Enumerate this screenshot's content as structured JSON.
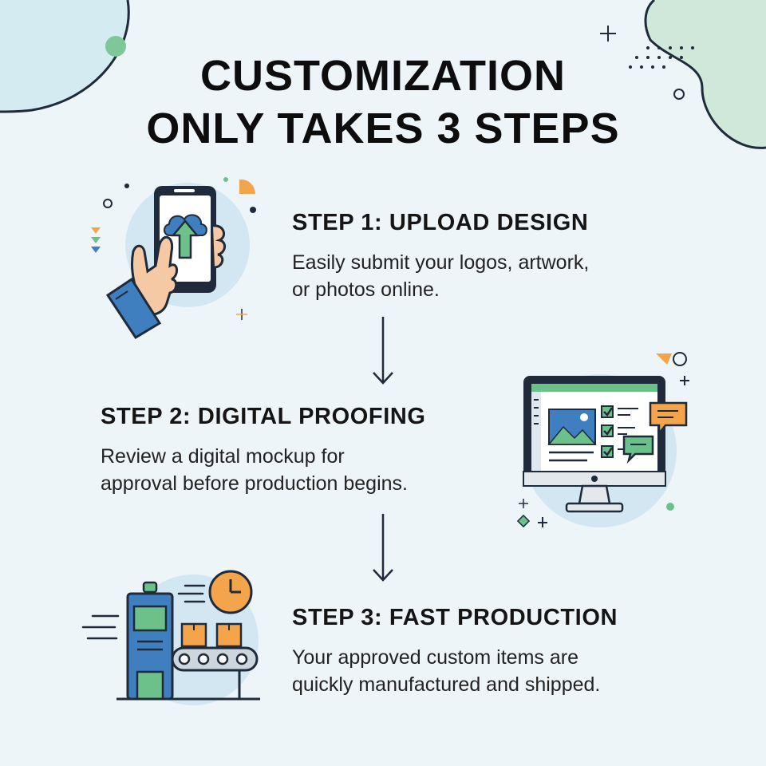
{
  "title": {
    "line1": "CUSTOMIZATION",
    "line2": "ONLY TAKES 3 STEPS"
  },
  "steps": [
    {
      "title": "STEP 1: UPLOAD DESIGN",
      "desc_line1": "Easily submit your logos, artwork,",
      "desc_line2": "or photos online.",
      "icon": "phone-cloud-upload-icon"
    },
    {
      "title": "STEP 2: DIGITAL PROOFING",
      "desc_line1": "Review a digital mockup for",
      "desc_line2": "approval before production begins.",
      "icon": "monitor-mockup-icon"
    },
    {
      "title": "STEP 3: FAST PRODUCTION",
      "desc_line1": "Your approved custom items are",
      "desc_line2": "quickly manufactured and shipped.",
      "icon": "factory-conveyor-icon"
    }
  ],
  "colors": {
    "background": "#eef5f8",
    "blue": "#3f7fc0",
    "green": "#6cc08a",
    "orange": "#f4a44a",
    "dark": "#1f2b3a",
    "circle": "#d2e7f2"
  }
}
